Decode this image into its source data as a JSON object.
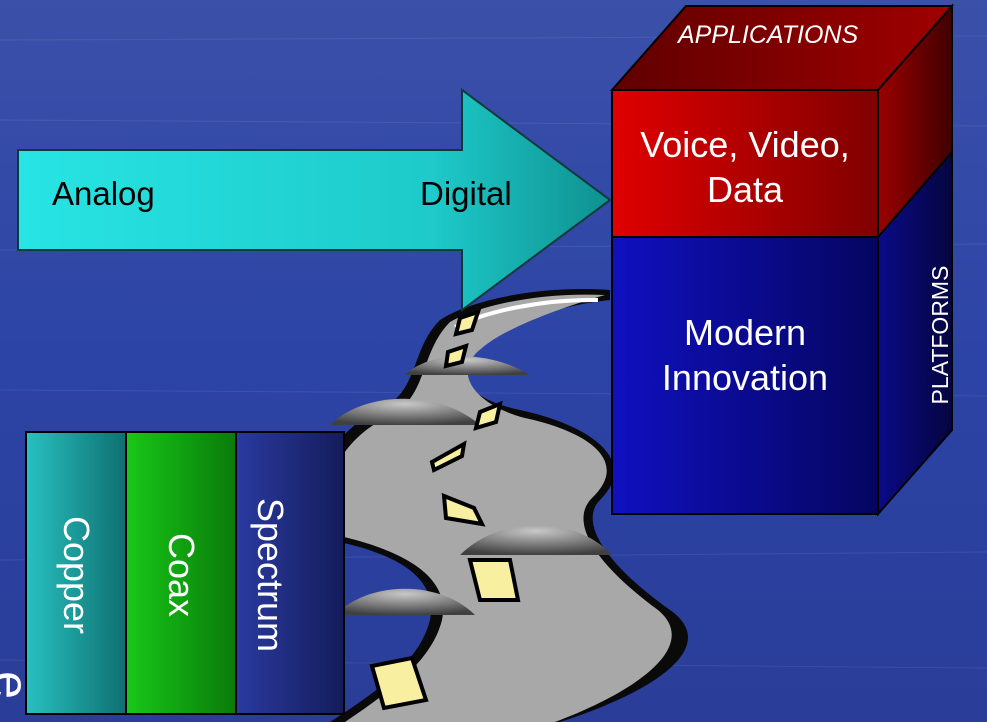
{
  "arrow": {
    "from_label": "Analog",
    "to_label": "Digital"
  },
  "cube": {
    "top_label": "APPLICATIONS",
    "front_top_label_line1": "Voice, Video,",
    "front_top_label_line2": "Data",
    "front_bottom_label_line1": "Modern",
    "front_bottom_label_line2": "Innovation",
    "side_label": "PLATFORMS"
  },
  "columns": [
    {
      "label": "Copper",
      "color": "#1fa8a8"
    },
    {
      "label": "Coax",
      "color": "#10b010"
    },
    {
      "label": "Spectrum",
      "color": "#1e2a80"
    }
  ],
  "edge_text_fragment": "e",
  "colors": {
    "background": "#2a3e9a",
    "arrow": "#22d8d8",
    "red": "#c00000",
    "blue": "#0a0a9a"
  }
}
